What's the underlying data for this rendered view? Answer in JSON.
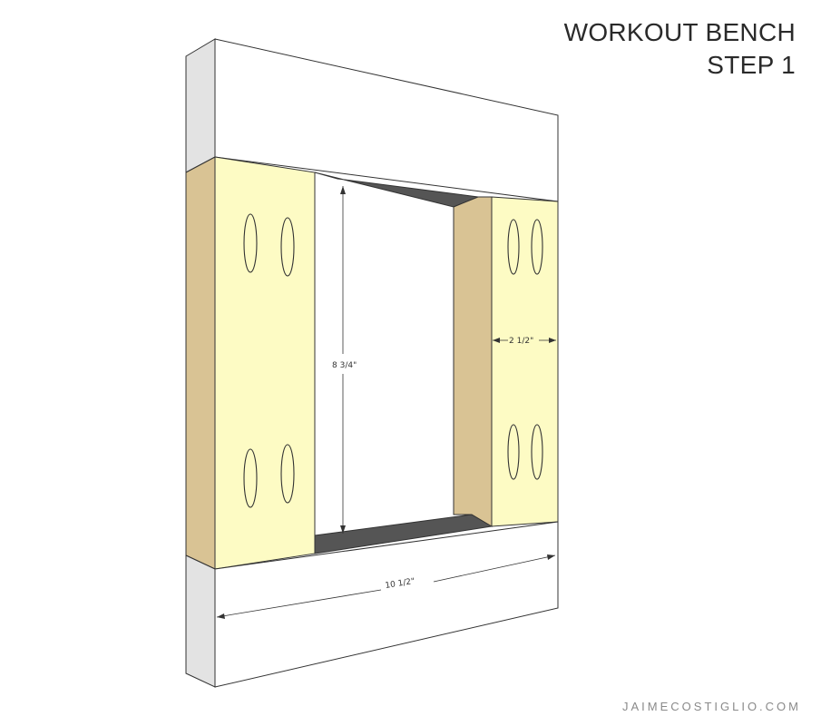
{
  "title": {
    "line1": "WORKOUT BENCH",
    "line2": "STEP 1"
  },
  "dimensions": {
    "height_label": "8 3/4\"",
    "post_width_label": "2 1/2\"",
    "overall_width_label": "10 1/2\""
  },
  "credit": "JAIMECOSTIGLIO.COM",
  "colors": {
    "board_white": "#ffffff",
    "board_side": "#e3e3e3",
    "post_face": "#fdfbc4",
    "post_side": "#d9c394",
    "recess_dark": "#555555",
    "outline": "#333333"
  }
}
